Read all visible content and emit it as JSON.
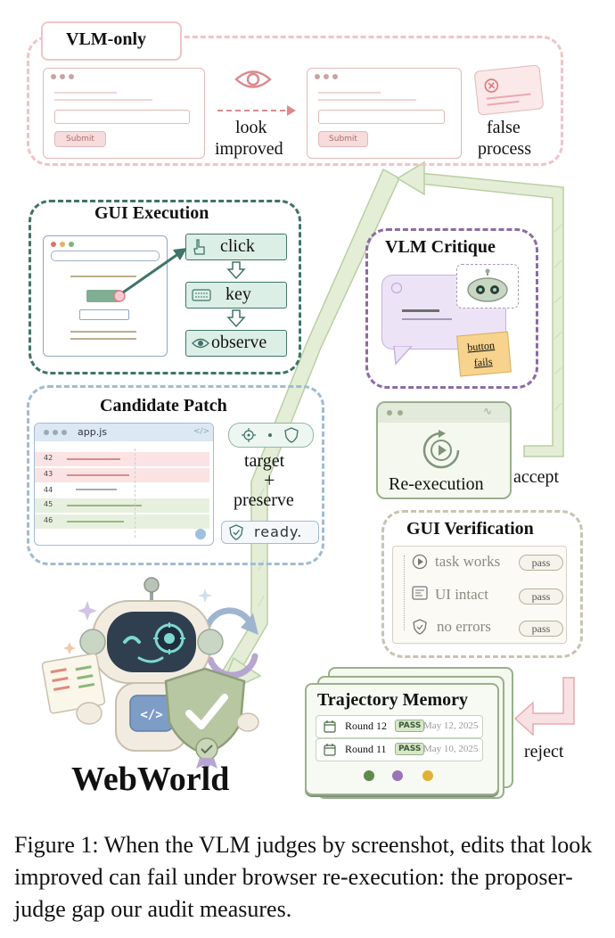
{
  "vlm_only": {
    "title": "VLM-only",
    "left_submit": "Submit",
    "arrow_label_1": "look",
    "arrow_label_2": "improved",
    "right_submit": "Submit",
    "false_label_1": "false",
    "false_label_2": "process"
  },
  "gui_execution": {
    "title": "GUI Execution",
    "steps": [
      "click",
      "key",
      "observe"
    ]
  },
  "vlm_critique": {
    "title": "VLM Critique",
    "note_1": "button",
    "note_2": "fails"
  },
  "candidate_patch": {
    "title": "Candidate Patch",
    "filename": "app.js",
    "line_numbers": [
      "42",
      "43",
      "44",
      "45",
      "46"
    ],
    "target_label": "target",
    "plus_label": "+",
    "preserve_label": "preserve",
    "ready_label": "ready."
  },
  "reexecution": {
    "label": "Re-execution",
    "accept": "accept"
  },
  "gui_verification": {
    "title": "GUI Verification",
    "checks": [
      {
        "label": "task works",
        "status": "pass"
      },
      {
        "label": "UI intact",
        "status": "pass"
      },
      {
        "label": "no errors",
        "status": "pass"
      }
    ]
  },
  "trajectory_memory": {
    "title": "Trajectory Memory",
    "rows": [
      {
        "round": "Round 12",
        "badge": "PASS",
        "date": "May 12, 2025"
      },
      {
        "round": "Round 11",
        "badge": "PASS",
        "date": "May 10, 2025"
      }
    ],
    "reject": "reject"
  },
  "brand": "WebWorld",
  "caption": "Figure 1: When the VLM judges by screenshot, edits that look improved can fail under browser re-execution: the proposer-judge gap our audit measures.",
  "colors": {
    "pink": "#e9a8ad",
    "teal": "#3f7468",
    "purple": "#8e6aa6",
    "blue": "#8fb1cf",
    "green_arrow": "#c9dbb6",
    "gray": "#bdb8a8"
  }
}
